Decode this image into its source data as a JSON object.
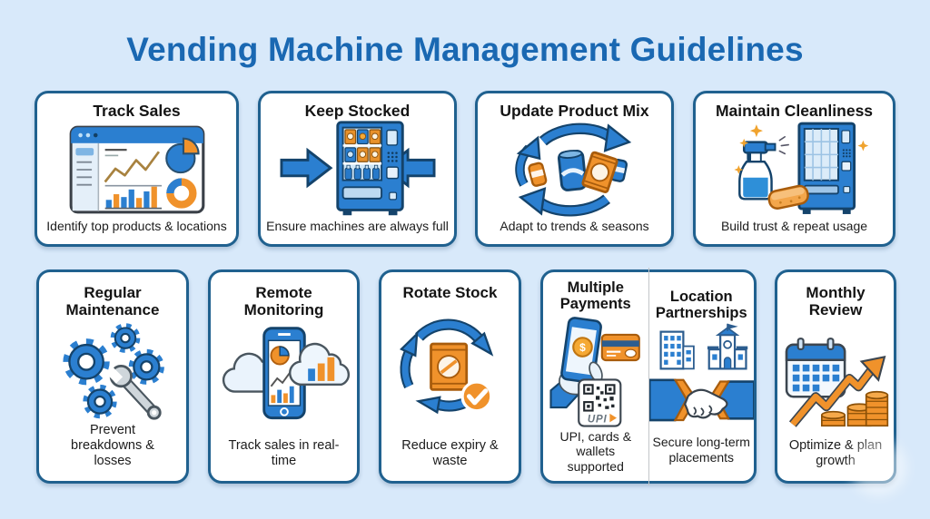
{
  "title": "Vending Machine Management Guidelines",
  "colors": {
    "background": "#d8e9fa",
    "title_text": "#1a68b2",
    "card_border": "#20618f",
    "accent_blue": "#2b7fd0",
    "accent_orange": "#f0922b"
  },
  "cards_row1": [
    {
      "title": "Track Sales",
      "subtitle": "Identify top products & locations",
      "icon": "sales-dashboard-icon"
    },
    {
      "title": "Keep Stocked",
      "subtitle": "Ensure machines are always full",
      "icon": "restock-vending-machine-icon"
    },
    {
      "title": "Update Product Mix",
      "subtitle": "Adapt to trends & seasons",
      "icon": "product-cycle-icon"
    },
    {
      "title": "Maintain Cleanliness",
      "subtitle": "Build trust & repeat usage",
      "icon": "cleaning-supplies-icon"
    }
  ],
  "cards_row2": [
    {
      "title": "Regular Maintenance",
      "subtitle": "Prevent breakdowns & losses",
      "icon": "gears-wrench-icon"
    },
    {
      "title": "Remote Monitoring",
      "subtitle": "Track sales in real-time",
      "icon": "phone-cloud-analytics-icon"
    },
    {
      "title": "Rotate Stock",
      "subtitle": "Reduce expiry & waste",
      "icon": "stock-rotation-check-icon"
    },
    {
      "title": "Multiple Payments",
      "subtitle": "UPI, cards & wallets supported",
      "icon": "mobile-payment-icon"
    },
    {
      "title": "Location Partnerships",
      "subtitle": "Secure long-term placements",
      "icon": "handshake-buildings-icon"
    },
    {
      "title": "Monthly Review",
      "subtitle": "Optimize & plan growth",
      "icon": "calendar-growth-icon"
    }
  ],
  "payments_icon": {
    "upi_label": "UPI",
    "dollar": "$"
  }
}
